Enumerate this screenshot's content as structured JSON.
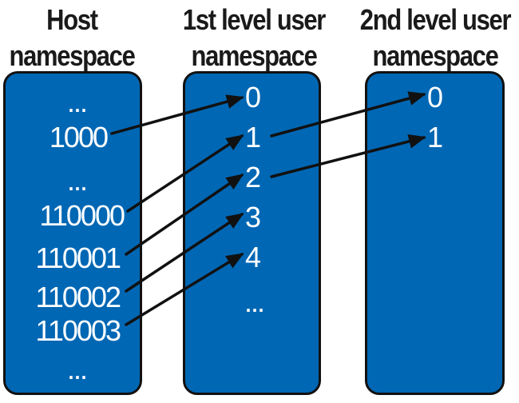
{
  "headers": {
    "host": [
      "Host",
      "namespace"
    ],
    "level1": [
      "1st level user",
      "namespace"
    ],
    "level2": [
      "2nd level user",
      "namespace"
    ]
  },
  "host_values": [
    "...",
    "1000",
    "...",
    "110000",
    "110001",
    "110002",
    "110003",
    "..."
  ],
  "level1_values": [
    "0",
    "1",
    "2",
    "3",
    "4",
    "..."
  ],
  "level2_values": [
    "0",
    "1"
  ],
  "mappings": [
    {
      "from": "host:1000",
      "to": "level1:0"
    },
    {
      "from": "host:110000",
      "to": "level1:1"
    },
    {
      "from": "host:110001",
      "to": "level1:2"
    },
    {
      "from": "host:110002",
      "to": "level1:3"
    },
    {
      "from": "host:110003",
      "to": "level1:4"
    },
    {
      "from": "level1:1",
      "to": "level2:0"
    },
    {
      "from": "level1:2",
      "to": "level2:1"
    }
  ],
  "colors": {
    "column_fill": "#0067b4",
    "column_border": "#111111",
    "arrow": "#111111",
    "text_on_column": "#ffffff",
    "header_text": "#1a1a1a"
  }
}
